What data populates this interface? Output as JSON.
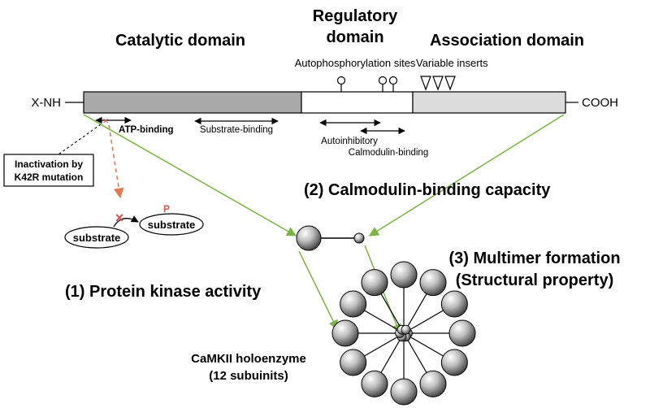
{
  "headings": {
    "catalytic": "Catalytic domain",
    "regulatory_line1": "Regulatory",
    "regulatory_line2": "domain",
    "association": "Association domain"
  },
  "protein": {
    "n_terminus": "X-NH",
    "c_terminus": "COOH",
    "colors": {
      "catalytic": "#a9a9a9",
      "regulatory": "#ffffff",
      "association": "#dcdcdc"
    }
  },
  "site_labels": {
    "autophosphorylation": "Autophosphorylation sites",
    "variable_inserts": "Variable inserts",
    "atp_binding": "ATP-binding",
    "substrate_binding": "Substrate-binding",
    "autoinhibitory": "Autoinhibitory",
    "calmodulin_binding": "Calmodulin-binding"
  },
  "mutation": {
    "marker": "×",
    "line1": "Inactivation by",
    "line2": "K42R mutation"
  },
  "reaction": {
    "substrate_left": "substrate",
    "substrate_right": "substrate",
    "phospho": "P",
    "blocked": "×"
  },
  "properties": {
    "kinase": "(1) Protein kinase activity",
    "calmodulin": "(2) Calmodulin-binding capacity",
    "multimer_line1": "(3) Multimer formation",
    "multimer_line2": "(Structural property)"
  },
  "holoenzyme": {
    "line1": "CaMKII holoenzyme",
    "line2": "(12 subuinits)"
  },
  "colors": {
    "arrow_green": "#7cb342",
    "mutation_red": "#d9534f",
    "dashed_orange": "#e07b53"
  }
}
